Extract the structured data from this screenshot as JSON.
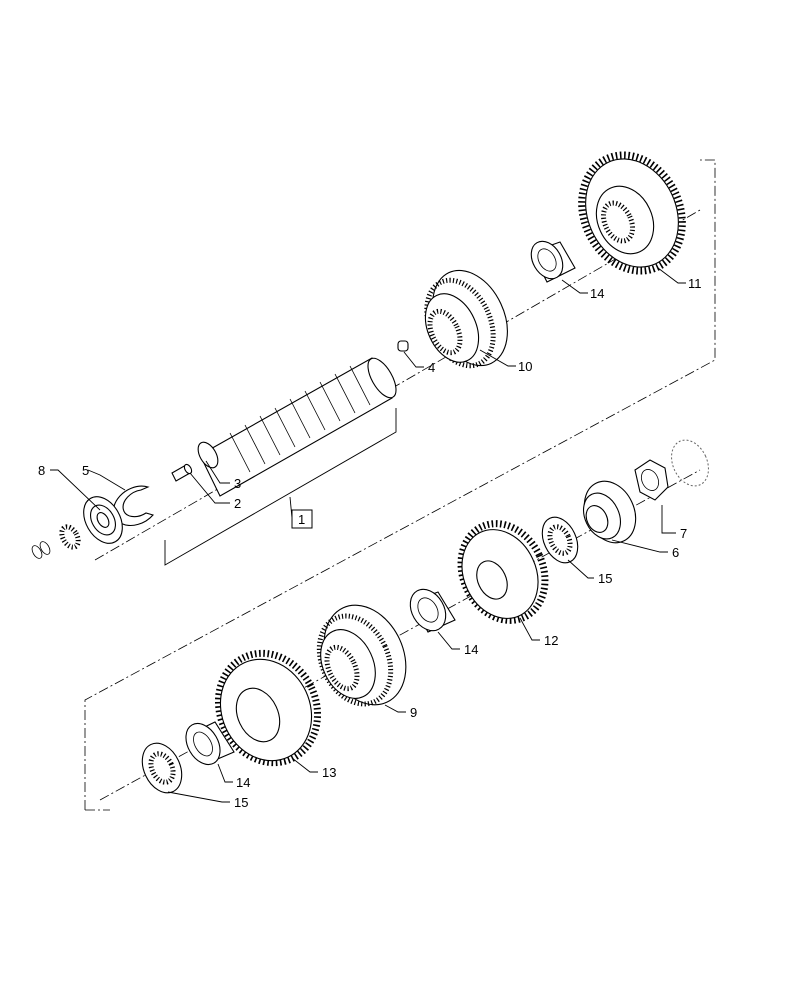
{
  "diagram": {
    "callouts": {
      "c1": "1",
      "c2": "2",
      "c3": "3",
      "c4": "4",
      "c5": "5",
      "c6": "6",
      "c7": "7",
      "c8": "8",
      "c9": "9",
      "c10": "10",
      "c11": "11",
      "c12": "12",
      "c13": "13",
      "c14a": "14",
      "c14b": "14",
      "c14c": "14",
      "c15a": "15",
      "c15b": "15"
    },
    "colors": {
      "line": "#000000",
      "background": "#ffffff",
      "ghost": "#666666"
    }
  }
}
